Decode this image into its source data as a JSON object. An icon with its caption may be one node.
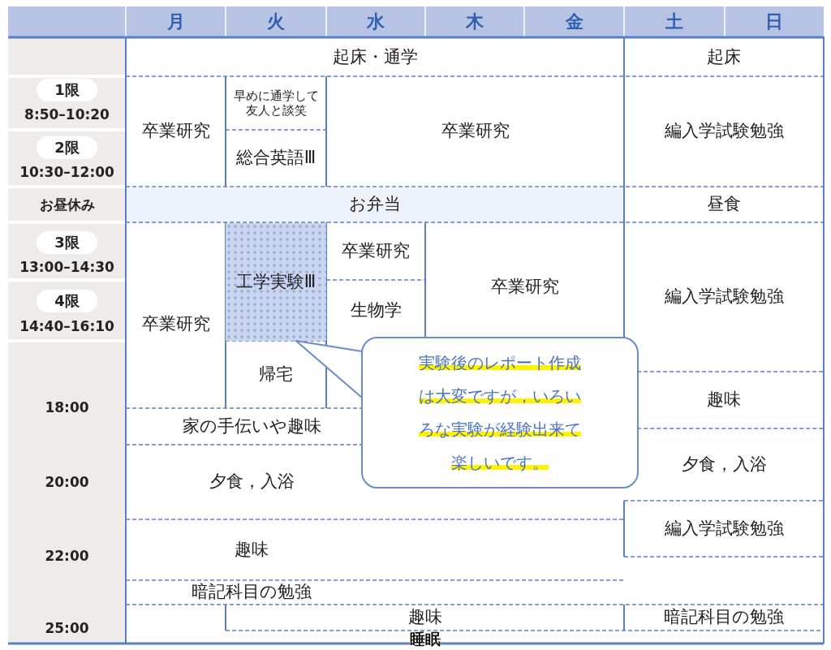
{
  "diagram": {
    "nodes": [
      {
        "text": [
          "工学実験Ⅲ"
        ]
      },
      {
        "text": [
          "実験後のレポート作成は大変ですが，いろいろな実験が経験出来て楽しいです。"
        ]
      }
    ],
    "edges": [
      {
        "from": 1,
        "to": 0,
        "arrow": "to"
      }
    ],
    "labels": [
      "月",
      "火",
      "水",
      "木",
      "金",
      "土",
      "日",
      "起床・通学",
      "起床",
      "1限",
      "8:50–10:20",
      "卒業研究",
      "早めに通学して友人と談笑",
      "卒業研究",
      "編入学試験勉強",
      "2限",
      "10:30–12:00",
      "総合英語Ⅲ",
      "お昼休み",
      "お弁当",
      "昼食",
      "3限",
      "卒業研究",
      "13:00–14:30",
      "卒業研究",
      "4限",
      "生物学",
      "編入学試験勉強",
      "14:40–16:10",
      "卒業研究",
      "帰宅",
      "18:00",
      "趣味",
      "家の手伝いや趣味",
      "20:00",
      "夕食，入浴",
      "夕食，入浴",
      "編入学試験勉強",
      "22:00",
      "趣味",
      "暗記科目の勉強",
      "25:00",
      "趣味",
      "暗記科目の勉強",
      "睡眠"
    ]
  }
}
